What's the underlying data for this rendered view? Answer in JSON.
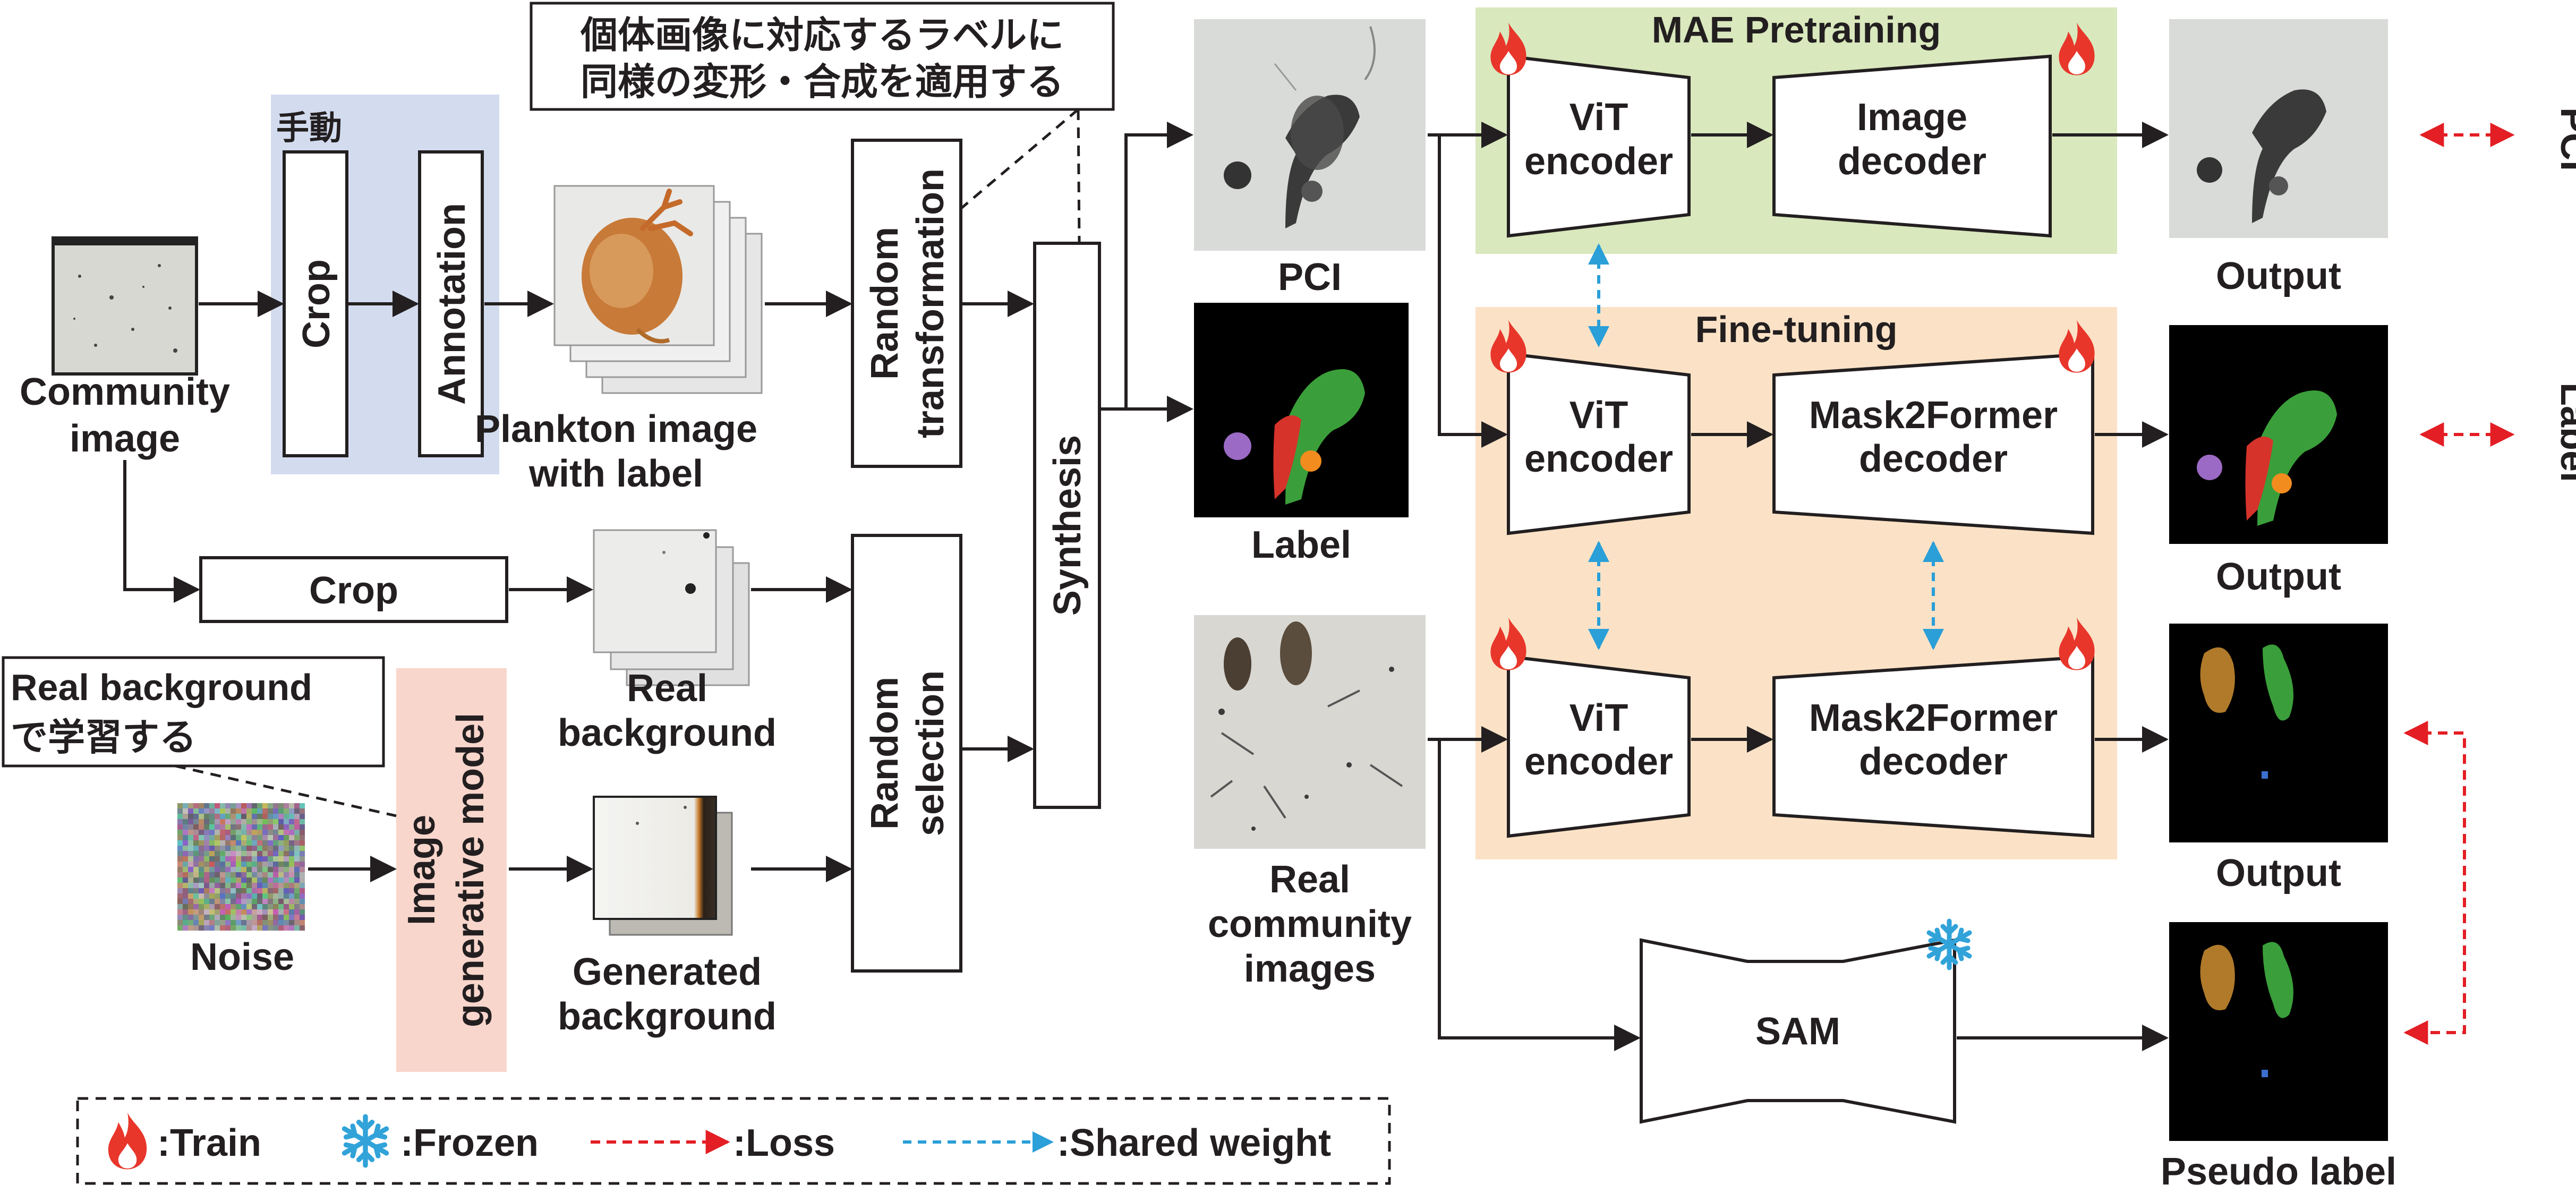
{
  "regions": {
    "manual": "手動",
    "mae": "MAE Pretraining",
    "finetune": "Fine-tuning"
  },
  "notes": {
    "label_transform_line1": "個体画像に対応するラベルに",
    "label_transform_line2": "同様の変形・合成を適用する",
    "learn_line1": "Real background",
    "learn_line2": "で学習する"
  },
  "left_pipeline": {
    "community_image_line1": "Community",
    "community_image_line2": "image",
    "crop_vertical": "Crop",
    "annotation": "Annotation",
    "plankton_line1": "Plankton image",
    "plankton_line2": "with label",
    "random_transform_line1": "Random",
    "random_transform_line2": "transformation",
    "crop_horizontal": "Crop",
    "real_bg_line1": "Real",
    "real_bg_line2": "background",
    "random_selection_line1": "Random",
    "random_selection_line2": "selection",
    "synthesis": "Synthesis",
    "noise": "Noise",
    "gen_model_line1": "Image",
    "gen_model_line2": "generative model",
    "gen_bg_line1": "Generated",
    "gen_bg_line2": "background"
  },
  "center": {
    "pci": "PCI",
    "label": "Label",
    "real_comm_line1": "Real",
    "real_comm_line2": "community",
    "real_comm_line3": "images"
  },
  "networks": {
    "vit_line1": "ViT",
    "vit_line2": "encoder",
    "image_decoder_line1": "Image",
    "image_decoder_line2": "decoder",
    "m2f_line1": "Mask2Former",
    "m2f_line2": "decoder",
    "sam": "SAM"
  },
  "outputs": {
    "output1": "Output",
    "output2": "Output",
    "output3": "Output",
    "pseudo_label": "Pseudo label",
    "side_pci": "PCI",
    "side_label": "Label"
  },
  "legend": {
    "train": ":Train",
    "frozen": ":Frozen",
    "loss": ":Loss",
    "shared": ":Shared weight"
  },
  "colors": {
    "manual_bg": "#d3dcef",
    "mae_bg": "#d9e8bd",
    "finetune_bg": "#fbe2c6",
    "gen_model_bg": "#f8d6cc",
    "loss_arrow": "#e31e24",
    "shared_arrow": "#2a9fd8",
    "flame": "#e8362b",
    "snowflake": "#31a3d9",
    "mask_green": "#3a9f3a",
    "mask_red": "#d6332b",
    "mask_purple": "#9b6ac4",
    "mask_orange": "#f28c1e",
    "mask_brown": "#b07a2a",
    "mask_blue": "#3a6fd0"
  },
  "icons": [
    "flame-icon",
    "snowflake-icon",
    "dashed-loss-arrow",
    "dashed-shared-arrow"
  ]
}
